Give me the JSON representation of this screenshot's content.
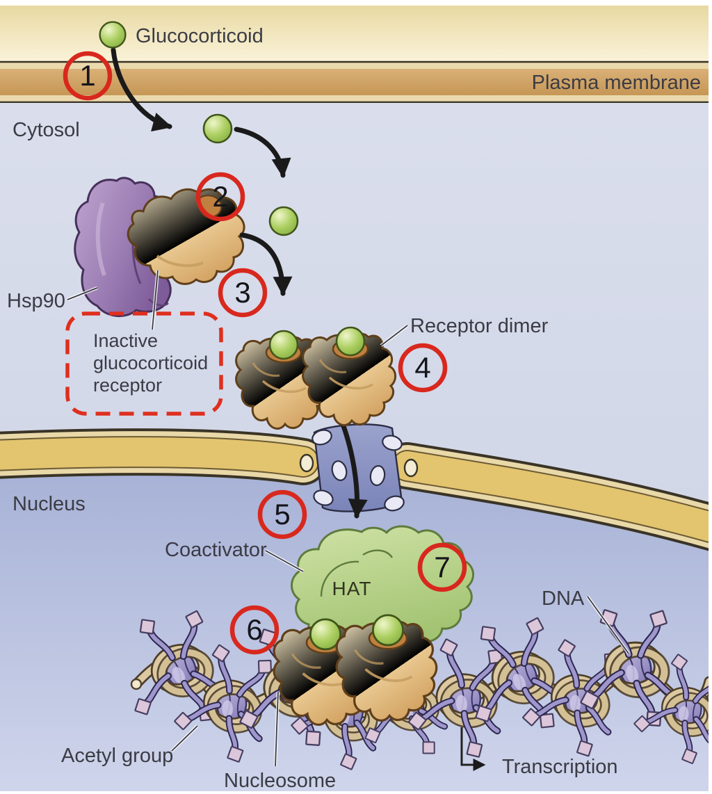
{
  "diagram": {
    "labels": {
      "glucocorticoid": "Glucocorticoid",
      "plasma_membrane": "Plasma membrane",
      "cytosol": "Cytosol",
      "hsp90": "Hsp90",
      "inactive_receptor": [
        "Inactive",
        "glucocorticoid",
        "receptor"
      ],
      "receptor_dimer": "Receptor dimer",
      "nucleus": "Nucleus",
      "coactivator": "Coactivator",
      "hat": "HAT",
      "dna": "DNA",
      "acetyl_group": "Acetyl group",
      "nucleosome": "Nucleosome",
      "transcription": "Transcription"
    },
    "steps": [
      "1",
      "2",
      "3",
      "4",
      "5",
      "6",
      "7"
    ],
    "colors": {
      "step_circle_red": "#d8281e",
      "dashed_box_red": "#df2f1f",
      "ligand_green": "#a8cc5e",
      "receptor_tan": "#e5c28a",
      "hsp90_purple": "#9d7fb5",
      "coactivator_green": "#b9d489",
      "histone_purple": "#a29bce",
      "dna_tan": "#dcc9a2",
      "plasma_membrane_tan": "#cfa265",
      "nuclear_envelope_gold": "#e3c46f",
      "nuclear_pore_blue": "#8890c2",
      "cytosol_blue": "#d4d9e8",
      "nucleus_lavender": "#b0bada",
      "extracellular_cream": "#eddfab",
      "label_text": "#3b3b44",
      "arrow_black": "#1a1a1a"
    }
  }
}
